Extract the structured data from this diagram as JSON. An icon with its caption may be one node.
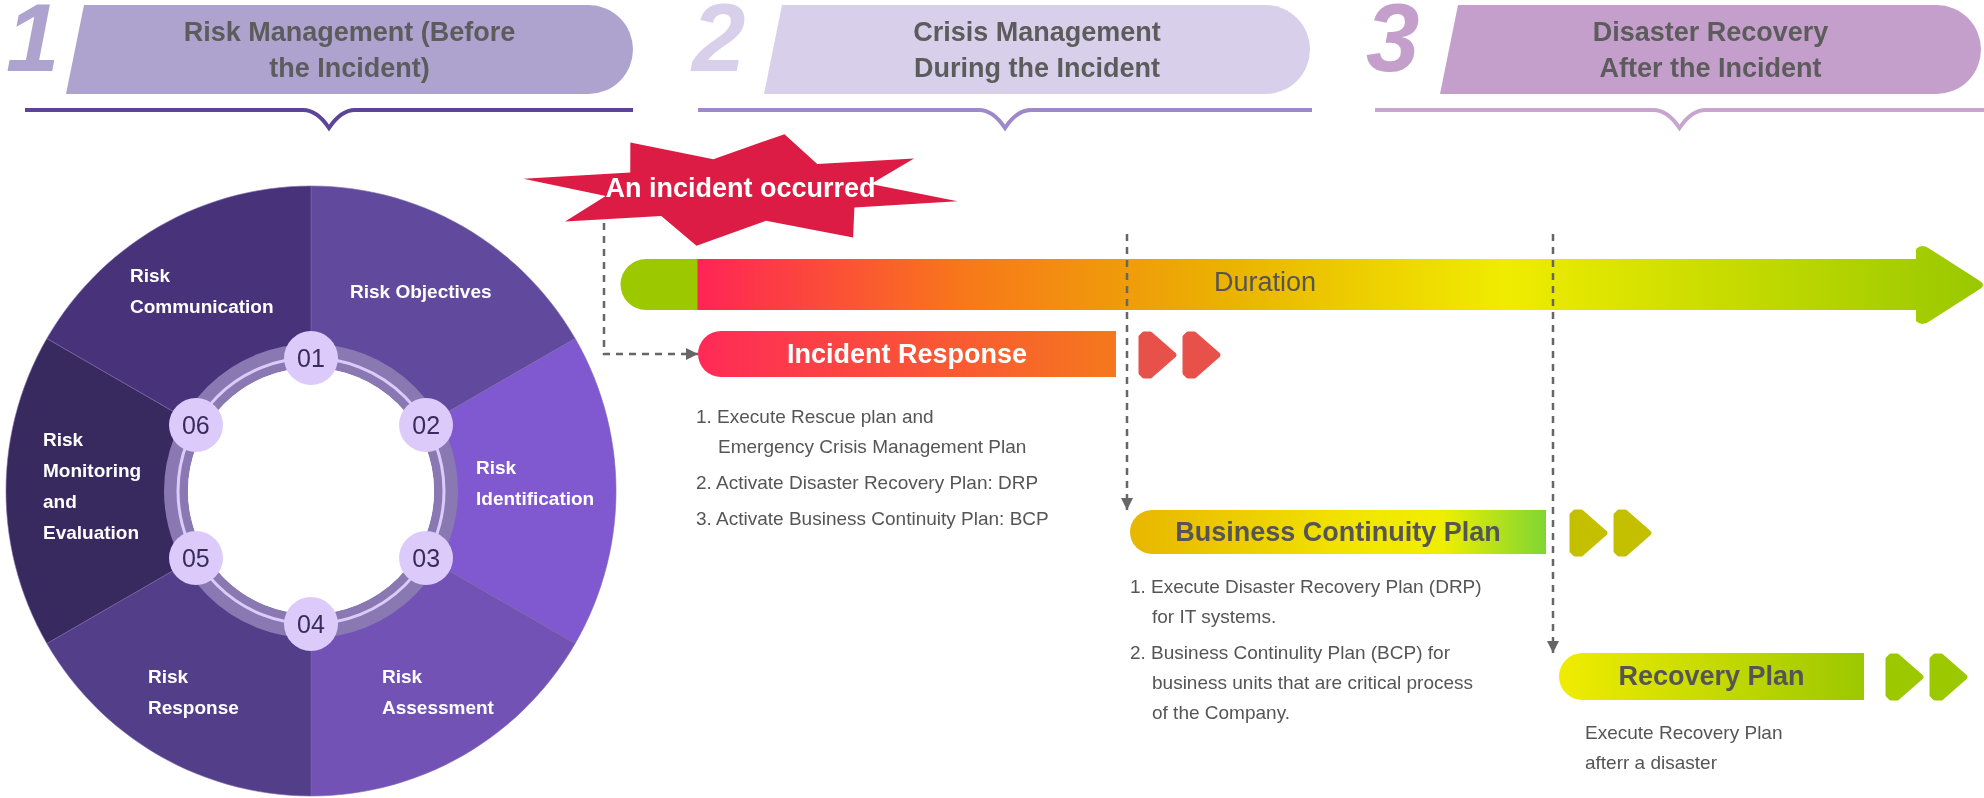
{
  "diagram": {
    "nodes": [
      {
        "text": [
          "Risk Management (Before the Incident)"
        ],
        "beside": [
          "1"
        ]
      },
      {
        "text": [
          "Crisis Management During the Incident"
        ],
        "beside": [
          "2"
        ]
      },
      {
        "text": [
          "Disaster Recovery After the Incident"
        ],
        "beside": [
          "3"
        ]
      },
      {
        "text": [
          "Risk Objectives"
        ]
      },
      {
        "text": [
          "Risk Identification"
        ]
      },
      {
        "text": [
          "Risk Assessment"
        ]
      },
      {
        "text": [
          "Risk Response"
        ]
      },
      {
        "text": [
          "Risk Monitoring and Evaluation"
        ]
      },
      {
        "text": [
          "Risk Communication"
        ]
      },
      {
        "text": [
          "01"
        ]
      },
      {
        "text": [
          "02"
        ]
      },
      {
        "text": [
          "03"
        ]
      },
      {
        "text": [
          "04"
        ]
      },
      {
        "text": [
          "05"
        ]
      },
      {
        "text": [
          "06"
        ]
      },
      {
        "text": [
          "An incident occurred"
        ]
      },
      {
        "text": [
          "Duration"
        ]
      },
      {
        "text": [
          "Incident Response"
        ],
        "beside": [
          "1. Execute Rescue plan and Emergency Crisis Management Plan",
          "2. Activate Disaster Recovery Plan: DRP",
          "3. Activate Business Continuity Plan: BCP"
        ]
      },
      {
        "text": [
          "Business Continuity Plan"
        ],
        "beside": [
          "1. Execute Disaster Recovery Plan (DRP) for IT systems.",
          "2. Business Continulity Plan (BCP) for business units that are critical process of the Company."
        ]
      },
      {
        "text": [
          "Recovery Plan"
        ],
        "beside": [
          "Execute Recovery Plan afterr a disaster"
        ]
      }
    ],
    "edges": [
      {
        "from": 15,
        "to": 17,
        "arrow": "to",
        "style": "dashed"
      },
      {
        "from": null,
        "to": 18,
        "arrow": "to",
        "style": "dashed"
      },
      {
        "from": null,
        "to": 19,
        "arrow": "to",
        "style": "dashed"
      }
    ]
  }
}
